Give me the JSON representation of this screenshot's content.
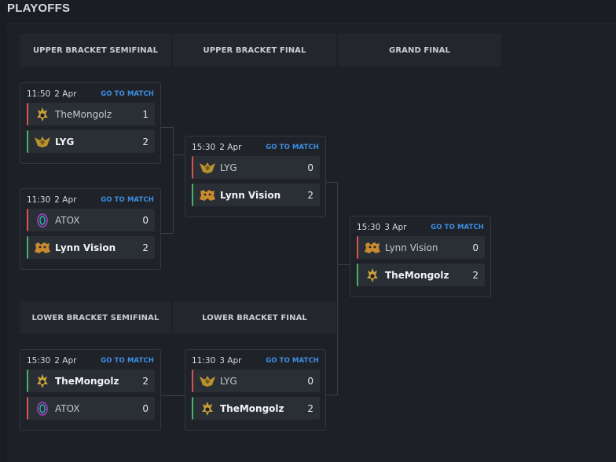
{
  "title": "PLAYOFFS",
  "go_to_match": "GO TO MATCH",
  "headers": {
    "ubs": "UPPER BRACKET SEMIFINAL",
    "ubf": "UPPER BRACKET FINAL",
    "gf": "GRAND FINAL",
    "lbs": "LOWER BRACKET SEMIFINAL",
    "lbf": "LOWER BRACKET FINAL"
  },
  "matches": [
    {
      "time": "11:50",
      "date": "2 Apr",
      "teams": [
        {
          "name": "TheMongolz",
          "score": "1",
          "win": false,
          "logo": "mongolz-logo"
        },
        {
          "name": "LYG",
          "score": "2",
          "win": true,
          "logo": "lyg-logo"
        }
      ]
    },
    {
      "time": "11:30",
      "date": "2 Apr",
      "teams": [
        {
          "name": "ATOX",
          "score": "0",
          "win": false,
          "logo": "atox-logo"
        },
        {
          "name": "Lynn Vision",
          "score": "2",
          "win": true,
          "logo": "lynn-vision-logo"
        }
      ]
    },
    {
      "time": "15:30",
      "date": "2 Apr",
      "teams": [
        {
          "name": "LYG",
          "score": "0",
          "win": false,
          "logo": "lyg-logo"
        },
        {
          "name": "Lynn Vision",
          "score": "2",
          "win": true,
          "logo": "lynn-vision-logo"
        }
      ]
    },
    {
      "time": "15:30",
      "date": "3 Apr",
      "teams": [
        {
          "name": "Lynn Vision",
          "score": "0",
          "win": false,
          "logo": "lynn-vision-logo"
        },
        {
          "name": "TheMongolz",
          "score": "2",
          "win": true,
          "logo": "mongolz-logo"
        }
      ]
    },
    {
      "time": "15:30",
      "date": "2 Apr",
      "teams": [
        {
          "name": "TheMongolz",
          "score": "2",
          "win": true,
          "logo": "mongolz-logo"
        },
        {
          "name": "ATOX",
          "score": "0",
          "win": false,
          "logo": "atox-logo"
        }
      ]
    },
    {
      "time": "11:30",
      "date": "3 Apr",
      "teams": [
        {
          "name": "LYG",
          "score": "0",
          "win": false,
          "logo": "lyg-logo"
        },
        {
          "name": "TheMongolz",
          "score": "2",
          "win": true,
          "logo": "mongolz-logo"
        }
      ]
    }
  ],
  "colors": {
    "win": "#47b36b",
    "loss": "#d9534f",
    "link": "#3d8fe3"
  }
}
